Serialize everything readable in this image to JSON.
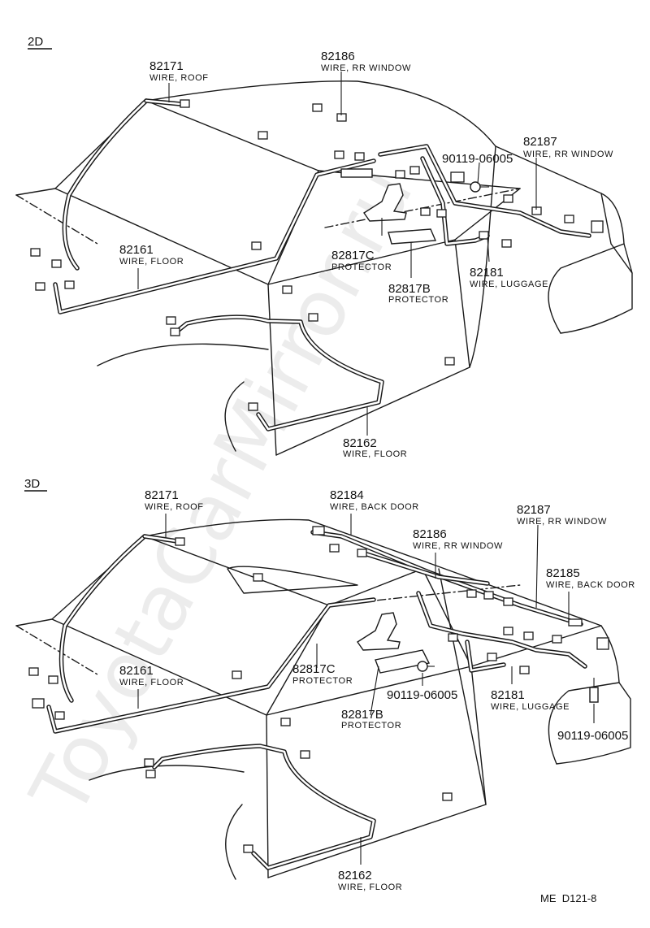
{
  "sections": [
    {
      "label": "2D",
      "callouts": [
        {
          "part": "82171",
          "desc": "WIRE, ROOF"
        },
        {
          "part": "82186",
          "desc": "WIRE, RR WINDOW"
        },
        {
          "part": "82187",
          "desc": "WIRE, RR WINDOW"
        },
        {
          "part": "90119-06005",
          "desc": ""
        },
        {
          "part": "82161",
          "desc": "WIRE, FLOOR"
        },
        {
          "part": "82817C",
          "desc": "PROTECTOR"
        },
        {
          "part": "82181",
          "desc": "WIRE, LUGGAGE"
        },
        {
          "part": "82817B",
          "desc": "PROTECTOR"
        },
        {
          "part": "82162",
          "desc": "WIRE, FLOOR"
        }
      ]
    },
    {
      "label": "3D",
      "callouts": [
        {
          "part": "82171",
          "desc": "WIRE, ROOF"
        },
        {
          "part": "82184",
          "desc": "WIRE, BACK DOOR"
        },
        {
          "part": "82186",
          "desc": "WIRE, RR WINDOW"
        },
        {
          "part": "82187",
          "desc": "WIRE, RR WINDOW"
        },
        {
          "part": "82185",
          "desc": "WIRE, BACK DOOR"
        },
        {
          "part": "82161",
          "desc": "WIRE, FLOOR"
        },
        {
          "part": "82817C",
          "desc": "PROTECTOR"
        },
        {
          "part": "90119-06005",
          "desc": ""
        },
        {
          "part": "82181",
          "desc": "WIRE, LUGGAGE"
        },
        {
          "part": "82817B",
          "desc": "PROTECTOR"
        },
        {
          "part": "90119-06005",
          "desc": ""
        },
        {
          "part": "82162",
          "desc": "WIRE, FLOOR"
        }
      ]
    }
  ],
  "footer": "ME  D121-8",
  "watermark": "ToyotaCarMirror.ru"
}
